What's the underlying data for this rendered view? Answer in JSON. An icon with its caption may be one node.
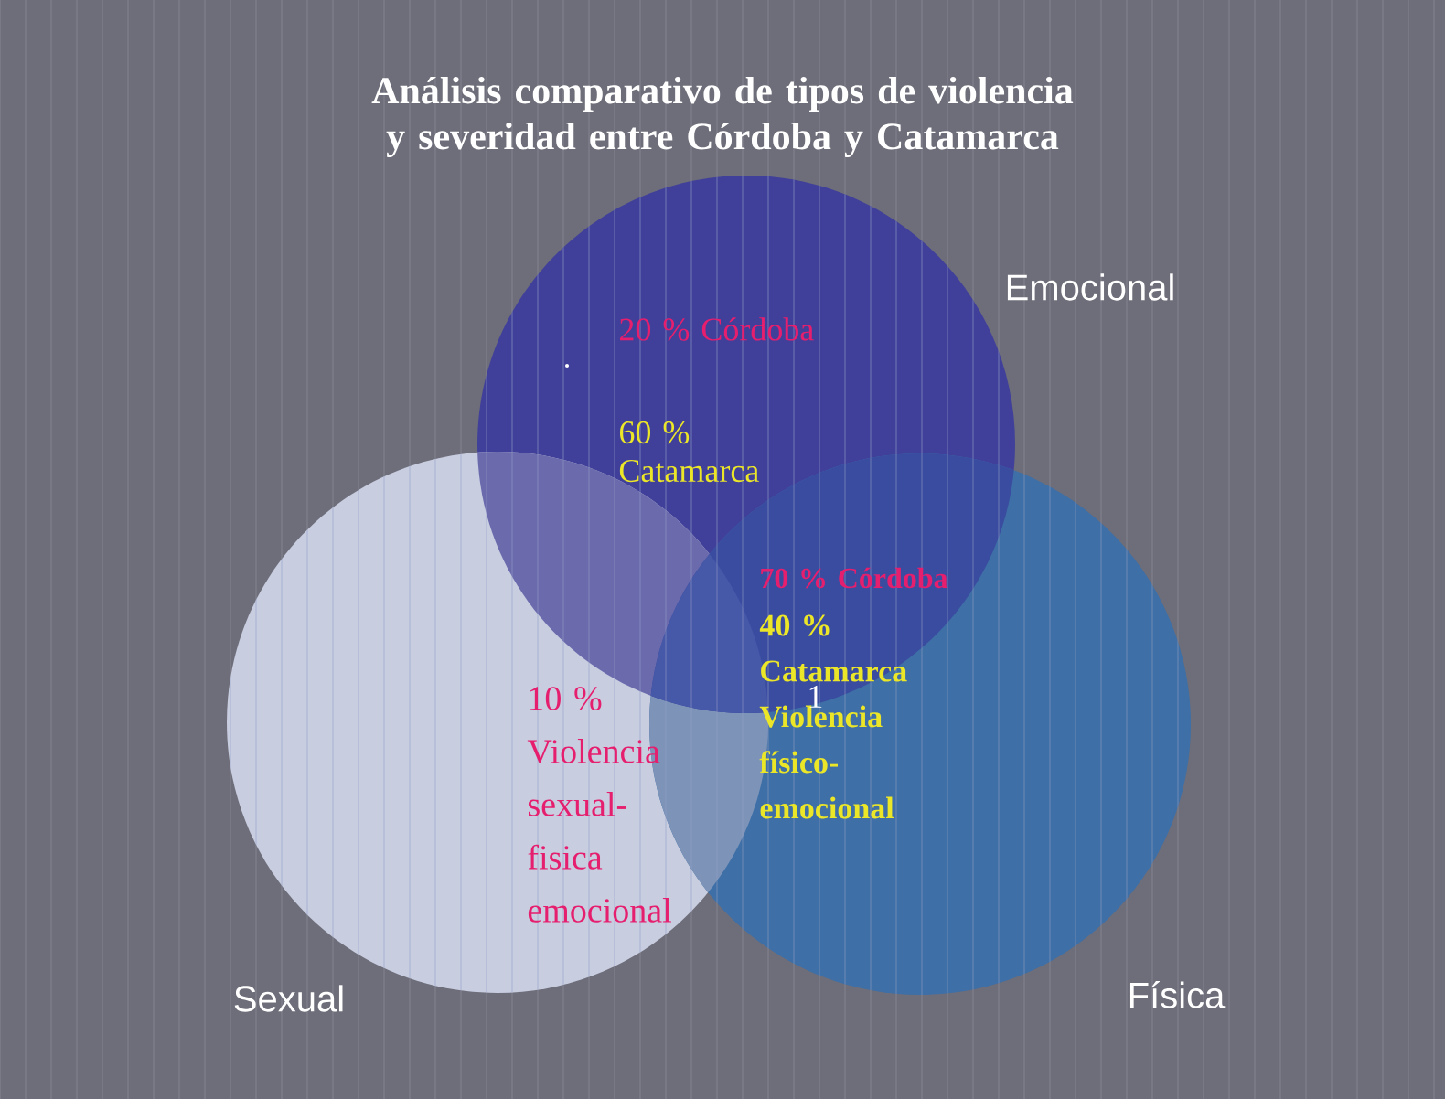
{
  "diagram": {
    "title": "Análisis comparativo de tipos de violencia y severidad entre Córdoba y Catamarca",
    "nodes": [
      {
        "text": [
          "Emocional"
        ]
      },
      {
        "text": [
          "Sexual"
        ]
      },
      {
        "text": [
          "Física"
        ]
      }
    ],
    "labels": [
      "20 % Córdoba",
      "60 % Catamarca",
      "70 % Córdoba",
      "40 % Catamarca Violencia físico-emocional",
      "1",
      "10 % Violencia sexual-fisica emocional"
    ]
  }
}
